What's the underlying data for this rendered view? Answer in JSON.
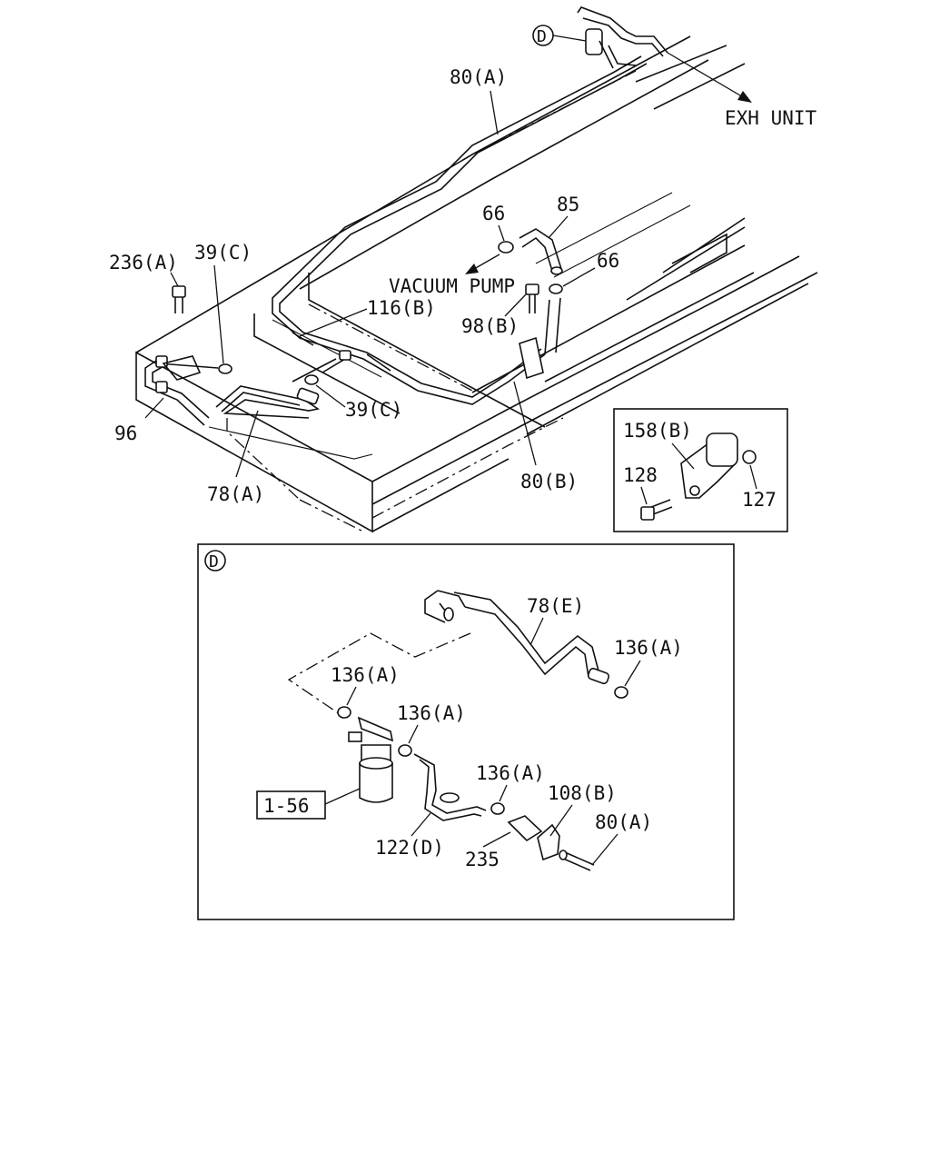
{
  "labels": {
    "exh_unit": "EXH UNIT",
    "vacuum_pump": "VACUUM PUMP",
    "p80a_top": "80(A)",
    "p66_a": "66",
    "p85": "85",
    "p66_b": "66",
    "p236a": "236(A)",
    "p39c_top": "39(C)",
    "p116b": "116(B)",
    "p98b": "98(B)",
    "p39c_low": "39(C)",
    "p96": "96",
    "p78a": "78(A)",
    "p80b": "80(B)",
    "p158b": "158(B)",
    "p128": "128",
    "p127": "127",
    "p78e": "78(E)",
    "p136a_1": "136(A)",
    "p136a_2": "136(A)",
    "p136a_3": "136(A)",
    "p136a_4": "136(A)",
    "p108b": "108(B)",
    "p80a_detail": "80(A)",
    "p122d": "122(D)",
    "p235": "235",
    "ref_1_56": "1-56",
    "detail_marker": "D",
    "detail_marker_top": "D"
  }
}
